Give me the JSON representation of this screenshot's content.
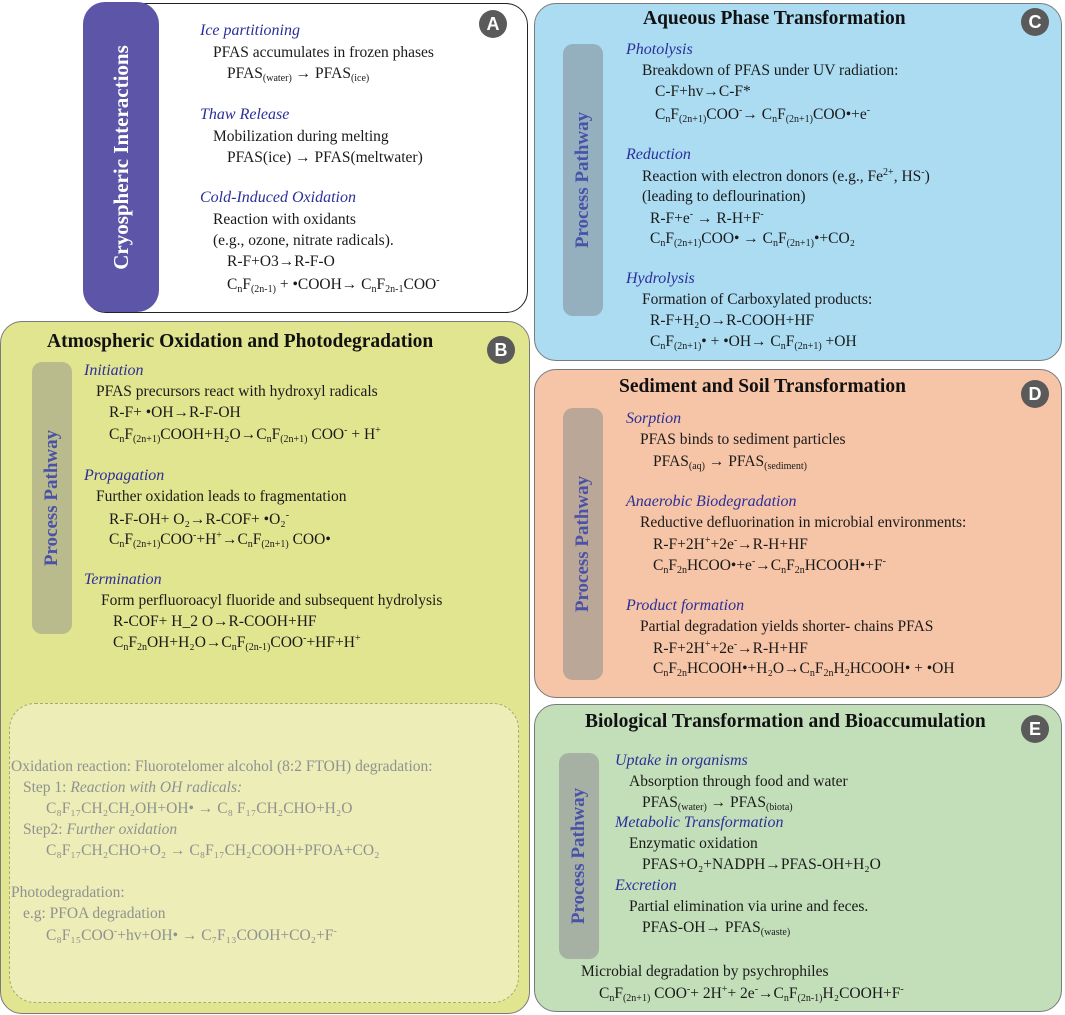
{
  "panelA": {
    "badge": "A",
    "side_label": "Cryospheric Interactions",
    "sec1": "Ice partitioning",
    "sec1_desc": "PFAS accumulates in frozen phases",
    "sec2": "Thaw Release",
    "sec2_desc": "Mobilization during melting",
    "sec2_eq": "PFAS(ice) → PFAS(meltwater)",
    "sec3": "Cold-Induced Oxidation",
    "sec3_desc1": "Reaction with oxidants",
    "sec3_desc2": "(e.g., ozone, nitrate radicals).",
    "sec3_eq1": "R-F+O3→R-F-O"
  },
  "panelB": {
    "badge": "B",
    "title": "Atmospheric Oxidation and Photodegradation",
    "side_label": "Process Pathway",
    "sec1": "Initiation",
    "sec1_desc": "PFAS precursors react with hydroxyl radicals",
    "sec1_eq1": "R-F+ •OH→R-F-OH",
    "sec2": "Propagation",
    "sec2_desc": "Further oxidation leads to fragmentation",
    "sec3": "Termination",
    "sec3_desc": "Form perfluoroacyl fluoride and subsequent hydrolysis",
    "sec3_eq1": "R-COF+ H_2 O→R-COOH+HF",
    "box_line1": "Oxidation reaction: Fluorotelomer alcohol (8:2 FTOH) degradation:",
    "box_step1_label": "Step 1: ",
    "box_step1_italic": "Reaction with OH radicals:",
    "box_step1_eq": "C₈F₁₇CH₂CH₂OH+OH• → C₈ F₁₇CH₂CHO+H₂O",
    "box_step2_label": "Step2: ",
    "box_step2_italic": "Further oxidation",
    "box_step2_eq": "C₈F₁₇CH₂CHO+O₂ → C₈F₁₇CH₂COOH+PFOA+CO₂",
    "box_photo": "Photodegradation:",
    "box_photo_eg": "e.g: PFOA degradation"
  },
  "panelC": {
    "badge": "C",
    "title": "Aqueous Phase Transformation",
    "side_label": "Process Pathway",
    "sec1": "Photolysis",
    "sec1_desc": "Breakdown of PFAS under UV radiation:",
    "sec1_eq1": "C-F+hv→C-F*",
    "sec2": "Reduction",
    "sec2_desc2": "(leading to deflourination)",
    "sec3": "Hydrolysis",
    "sec3_desc": "Formation of Carboxylated products:",
    "sec3_eq1": "R-F+H₂O→R-COOH+HF"
  },
  "panelD": {
    "badge": "D",
    "title": "Sediment and Soil Transformation",
    "side_label": "Process Pathway",
    "sec1": "Sorption",
    "sec1_desc": "PFAS binds to sediment particles",
    "sec2": "Anaerobic Biodegradation",
    "sec2_desc": "Reductive defluorination in microbial environments:",
    "sec3": "Product formation",
    "sec3_desc": "Partial degradation yields shorter- chains PFAS"
  },
  "panelE": {
    "badge": "E",
    "title": "Biological Transformation and Bioaccumulation",
    "side_label": "Process Pathway",
    "sec1": "Uptake in organisms",
    "sec1_desc": "Absorption through food and water",
    "sec2": "Metabolic Transformation",
    "sec2_desc": "Enzymatic oxidation",
    "sec2_eq": "PFAS+O₂+NADPH→PFAS-OH+H₂O",
    "sec3": "Excretion",
    "sec3_desc": "Partial elimination via urine and feces.",
    "micro": "Microbial degradation by psychrophiles"
  },
  "colors": {
    "panelA_bar": "#5d56a8",
    "panelB_bg": "#e2e58f",
    "panelB_box": "#ecedb7",
    "panelC_bg": "#abdcf2",
    "panelD_bg": "#f6c4a6",
    "panelE_bg": "#c3dfba",
    "section_blue": "#2b2f9a",
    "grey_text": "#8f9290",
    "side_label_blue": "#4a52a8"
  }
}
